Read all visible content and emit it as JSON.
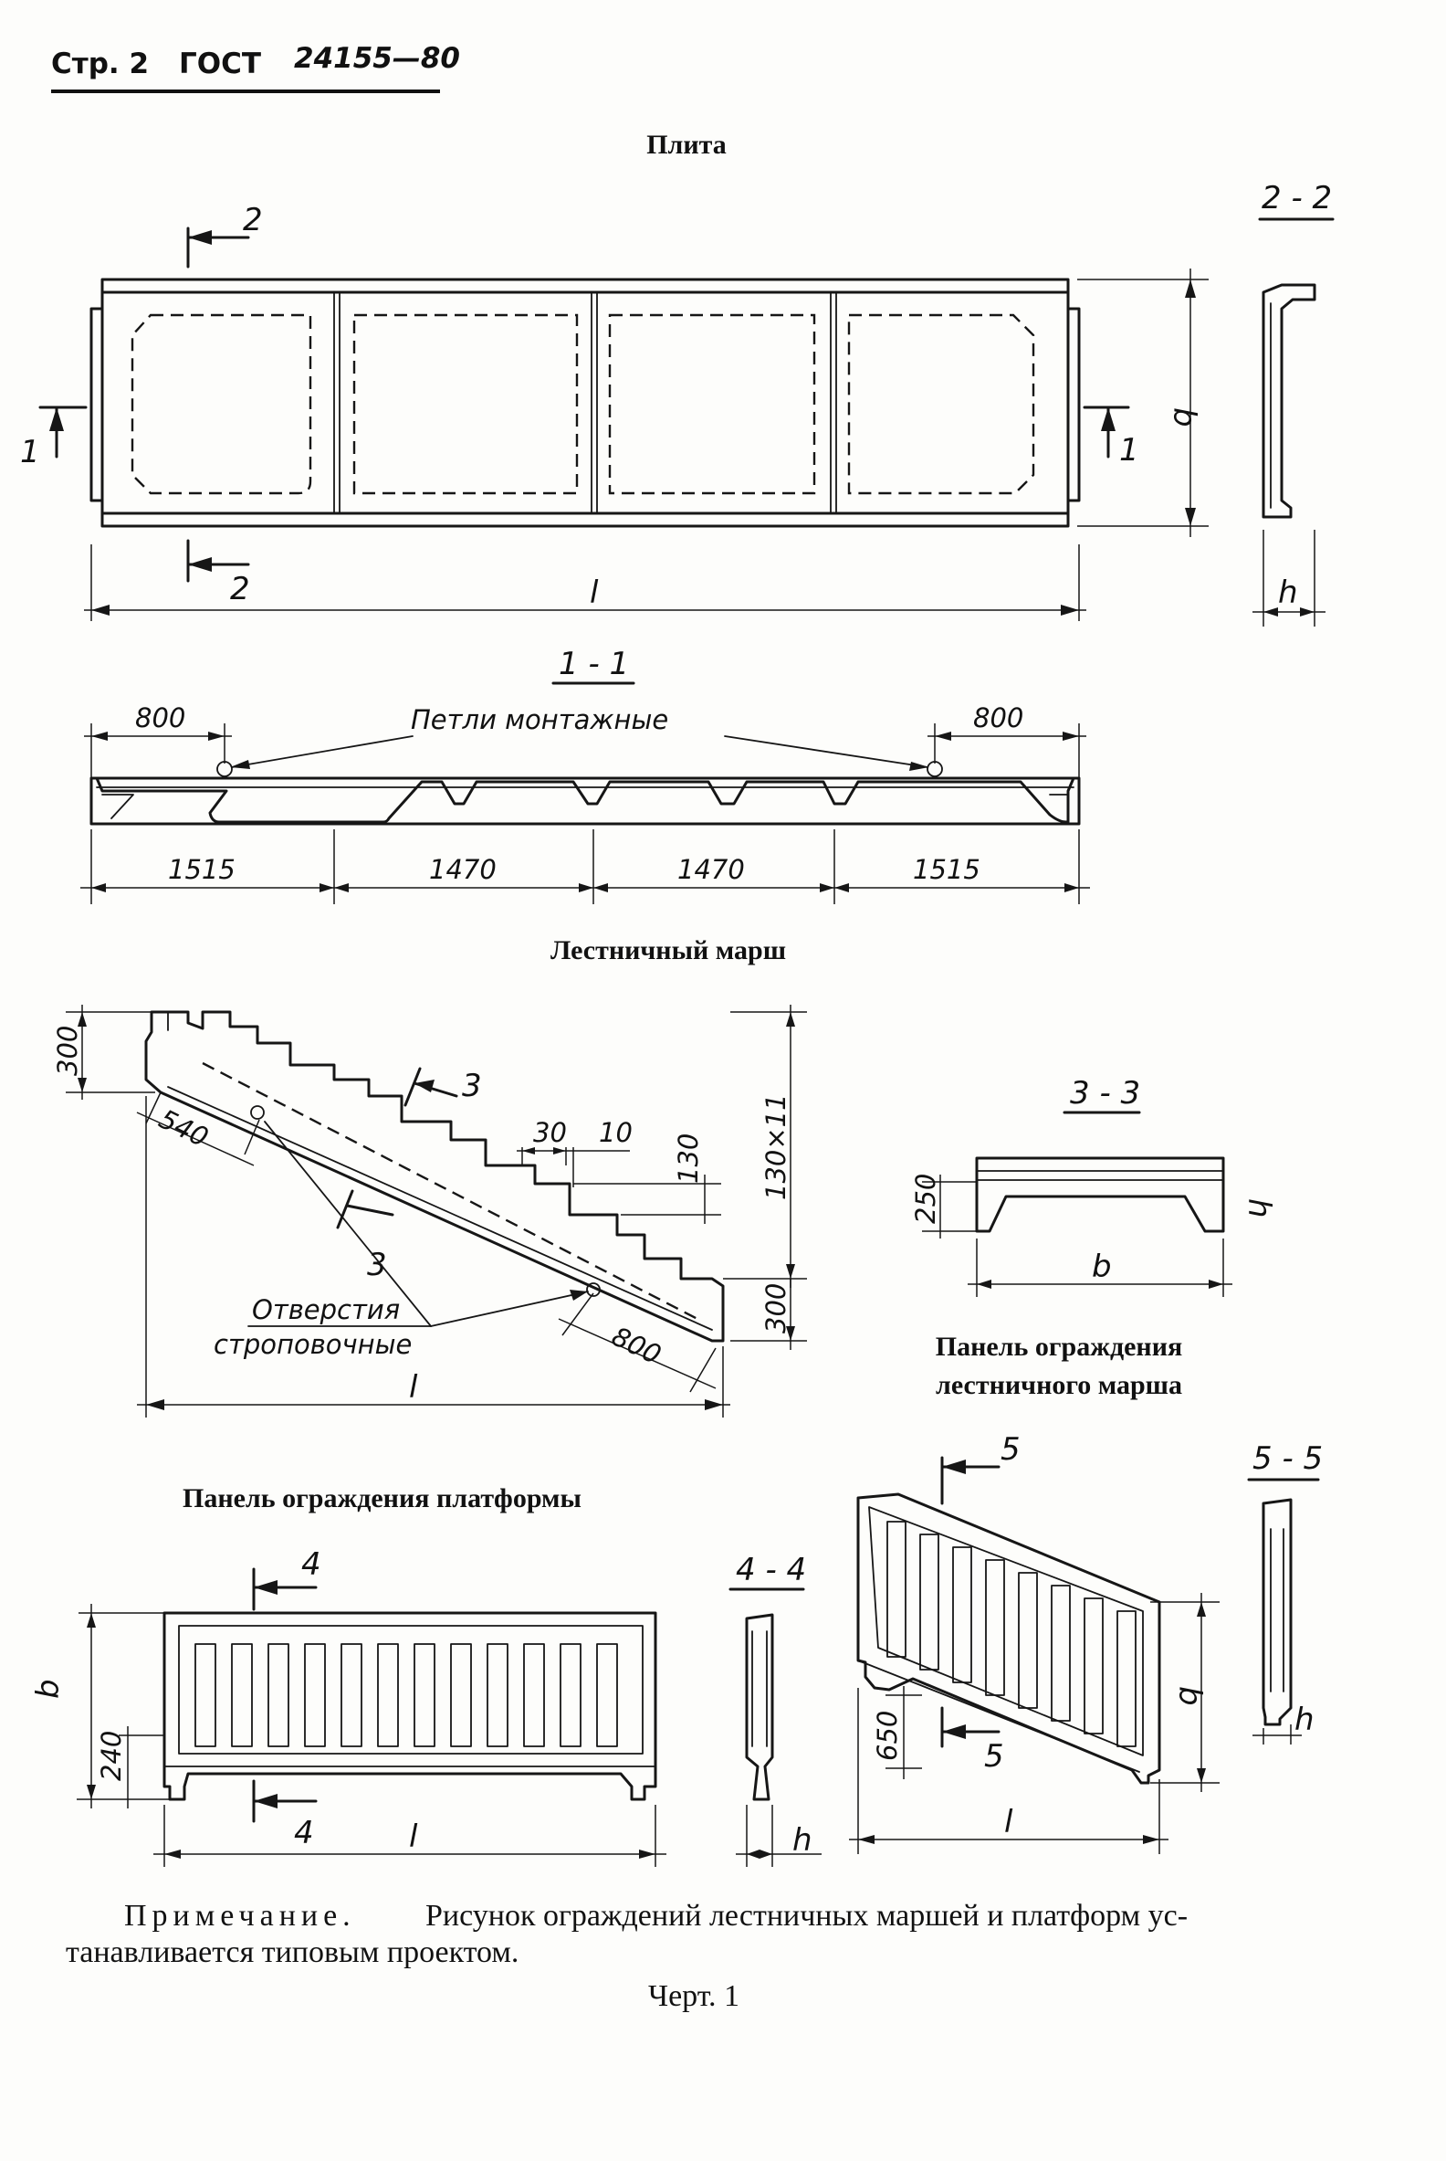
{
  "header": {
    "page_label": "Стр. 2",
    "standard": "ГОСТ",
    "number": "24155—80"
  },
  "slab": {
    "title": "Плита",
    "section_2": "2",
    "section_1": "1",
    "section_22_title": "2 - 2",
    "dim_length": "l",
    "dim_width": "b",
    "dim_height": "h"
  },
  "slab_section": {
    "title": "1 - 1",
    "loops_label": "Петли монтажные",
    "left_offset": "800",
    "right_offset": "800",
    "segments": [
      "1515",
      "1470",
      "1470",
      "1515"
    ]
  },
  "stair": {
    "title": "Лестничный марш",
    "section_3": "3",
    "dim_top": "300",
    "dim_bottom": "300",
    "dim_540": "540",
    "dim_800": "800",
    "dim_30": "30",
    "dim_10": "10",
    "dim_130": "130",
    "dim_rise": "130×11",
    "holes_label_1": "Отверстия",
    "holes_label_2": "строповочные",
    "dim_length": "l"
  },
  "section_33": {
    "title": "3 - 3",
    "dim_250": "250",
    "dim_b": "b",
    "dim_h": "h"
  },
  "stair_rail": {
    "title_1": "Панель ограждения",
    "title_2": "лестничного марша",
    "section_5": "5",
    "section_55_title": "5 - 5",
    "dim_650": "650",
    "dim_b": "b",
    "dim_l": "l",
    "dim_h": "h"
  },
  "platform_rail": {
    "title": "Панель ограждения платформы",
    "section_4": "4",
    "section_44_title": "4 - 4",
    "dim_240": "240",
    "dim_b": "b",
    "dim_l": "l",
    "dim_h": "h"
  },
  "note": {
    "prefix": "Примечание.",
    "line1": "Рисунок ограждений лестничных маршей и платформ ус-",
    "line2": "танавливается типовым проектом."
  },
  "figure_caption": "Черт. 1"
}
